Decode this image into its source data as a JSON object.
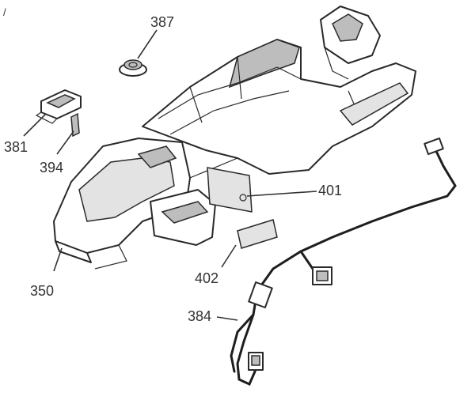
{
  "diagram": {
    "callouts": [
      {
        "id": "p387",
        "label": "387"
      },
      {
        "id": "p381",
        "label": "381"
      },
      {
        "id": "p394",
        "label": "394"
      },
      {
        "id": "p401",
        "label": "401"
      },
      {
        "id": "p350",
        "label": "350"
      },
      {
        "id": "p402",
        "label": "402"
      },
      {
        "id": "p384",
        "label": "384"
      }
    ],
    "corner_mark": "/"
  }
}
